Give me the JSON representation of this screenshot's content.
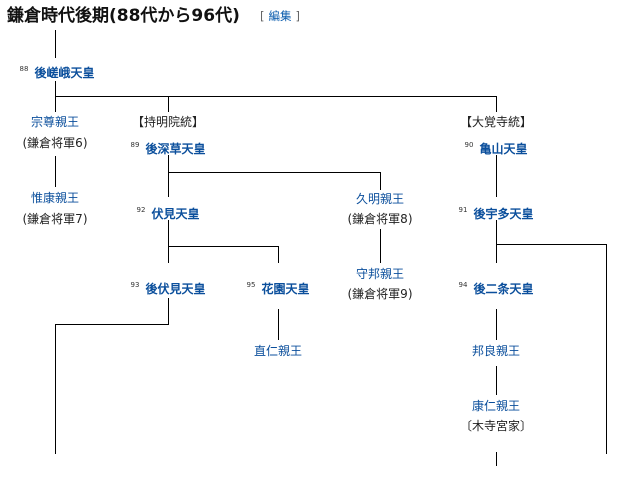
{
  "header": {
    "title": "鎌倉時代後期(88代から96代)",
    "edit_open": "[",
    "edit_label": "編集",
    "edit_close": "]"
  },
  "factions": {
    "jimyoin": "【持明院統】",
    "daikakuji": "【大覚寺統】"
  },
  "people": {
    "gosaga": {
      "num": "88",
      "name": "後嵯峨天皇"
    },
    "munetaka": {
      "name": "宗尊親王",
      "note": "(鎌倉将軍6)"
    },
    "koreyasu": {
      "name": "惟康親王",
      "note": "(鎌倉将軍7)"
    },
    "gofukakusa": {
      "num": "89",
      "name": "後深草天皇"
    },
    "kameyama": {
      "num": "90",
      "name": "亀山天皇"
    },
    "fushimi": {
      "num": "92",
      "name": "伏見天皇"
    },
    "hisaaki": {
      "name": "久明親王",
      "note": "(鎌倉将軍8)"
    },
    "gouda": {
      "num": "91",
      "name": "後宇多天皇"
    },
    "gofushimi": {
      "num": "93",
      "name": "後伏見天皇"
    },
    "hanazono": {
      "num": "95",
      "name": "花園天皇"
    },
    "morikuni": {
      "name": "守邦親王",
      "note": "(鎌倉将軍9)"
    },
    "gonijo": {
      "num": "94",
      "name": "後二条天皇"
    },
    "naohito": {
      "name": "直仁親王"
    },
    "kuniyoshi": {
      "name": "邦良親王"
    },
    "yasuhito": {
      "name": "康仁親王",
      "note": "〔木寺宮家〕"
    }
  }
}
